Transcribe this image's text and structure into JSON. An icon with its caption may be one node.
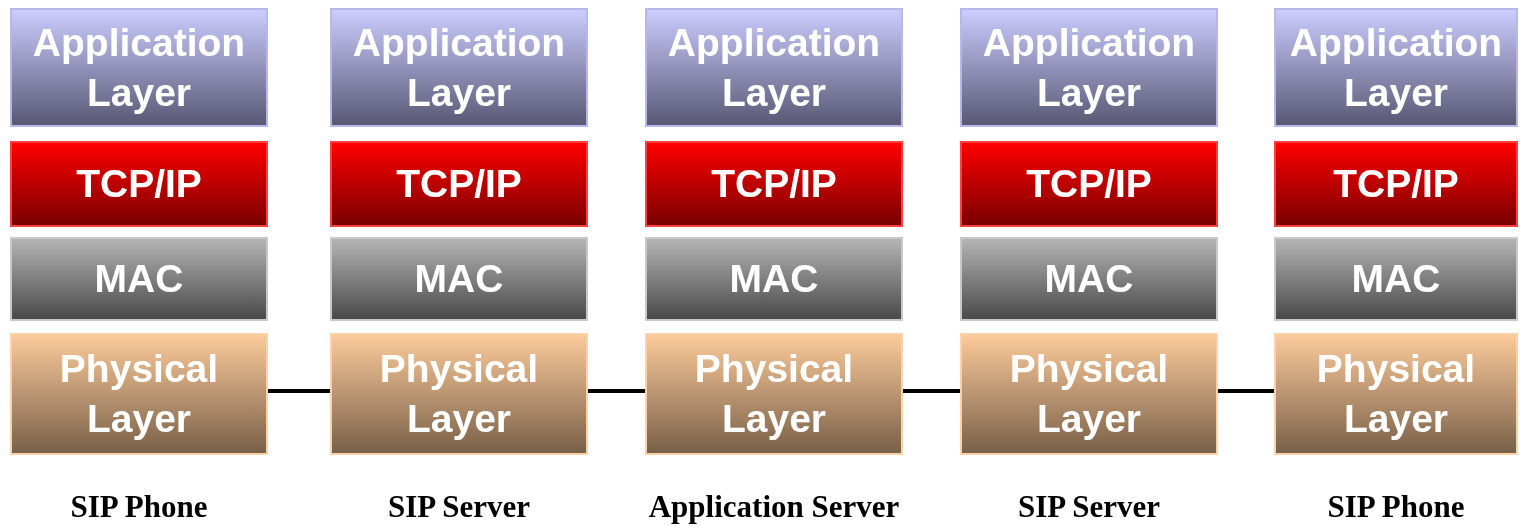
{
  "diagram": {
    "nodes": [
      {
        "text": [
          "Application Layer"
        ]
      },
      {
        "text": [
          "TCP/IP"
        ]
      },
      {
        "text": [
          "MAC"
        ]
      },
      {
        "text": [
          "Physical Layer"
        ]
      },
      {
        "text": [
          "Application Layer"
        ]
      },
      {
        "text": [
          "TCP/IP"
        ]
      },
      {
        "text": [
          "MAC"
        ]
      },
      {
        "text": [
          "Physical Layer"
        ]
      },
      {
        "text": [
          "Application Layer"
        ]
      },
      {
        "text": [
          "TCP/IP"
        ]
      },
      {
        "text": [
          "MAC"
        ]
      },
      {
        "text": [
          "Physical Layer"
        ]
      },
      {
        "text": [
          "Application Layer"
        ]
      },
      {
        "text": [
          "TCP/IP"
        ]
      },
      {
        "text": [
          "MAC"
        ]
      },
      {
        "text": [
          "Physical Layer"
        ]
      },
      {
        "text": [
          "Application Layer"
        ]
      },
      {
        "text": [
          "TCP/IP"
        ]
      },
      {
        "text": [
          "MAC"
        ]
      },
      {
        "text": [
          "Physical Layer"
        ]
      }
    ],
    "edges": [
      {
        "from": 3,
        "to": 7,
        "arrow": "none"
      },
      {
        "from": 7,
        "to": 11,
        "arrow": "none"
      },
      {
        "from": 11,
        "to": 15,
        "arrow": "none"
      },
      {
        "from": 15,
        "to": 19,
        "arrow": "none"
      }
    ],
    "labels": [
      "SIP Phone",
      "SIP Server",
      "Application Server",
      "SIP Server",
      "SIP Phone"
    ]
  }
}
